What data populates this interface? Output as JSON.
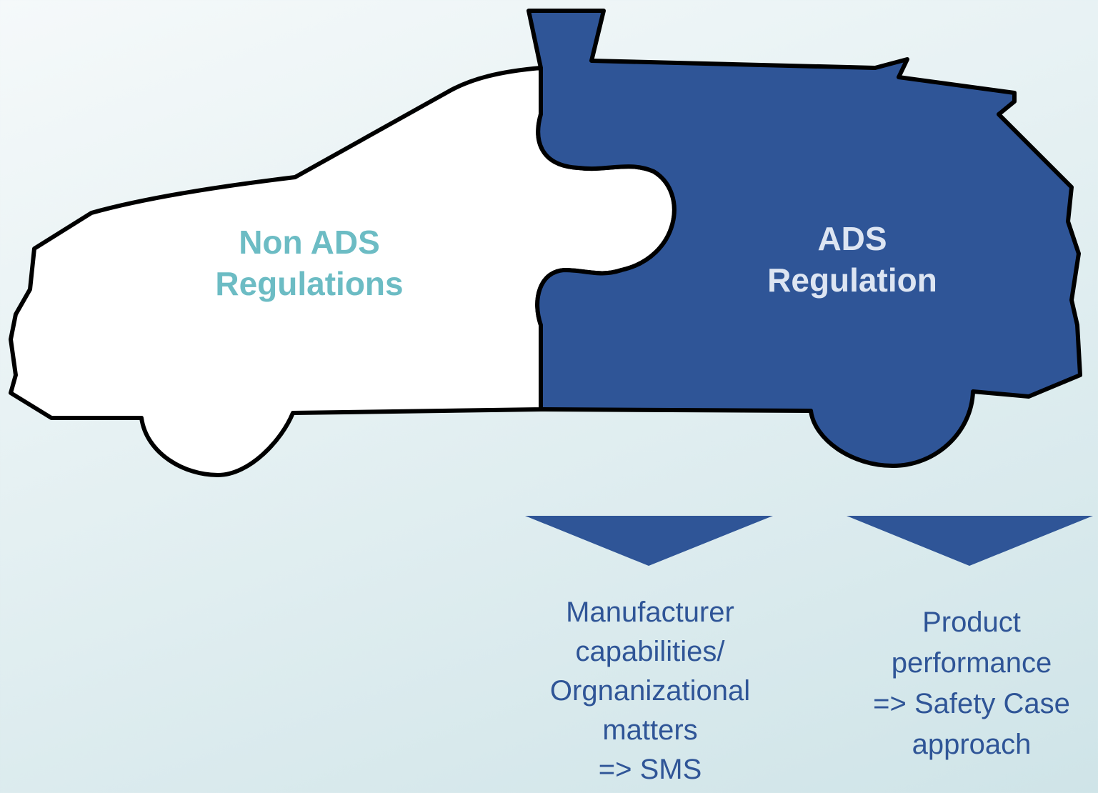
{
  "colors": {
    "navy": "#2f5597",
    "teal": "#6cbcc4",
    "right_label": "#dde5f2",
    "outline": "#000000",
    "white": "#ffffff"
  },
  "diagram": {
    "left_piece": {
      "label_lines": [
        "Non ADS",
        "Regulations"
      ]
    },
    "right_piece": {
      "label_lines": [
        "ADS",
        "Regulation"
      ]
    },
    "outcomes": [
      {
        "arrow": "down-chevron",
        "text_lines": [
          "Manufacturer",
          "capabilities/",
          "Orgnanizational",
          "matters",
          "=> SMS"
        ]
      },
      {
        "arrow": "down-chevron",
        "text_lines": [
          "Product",
          "performance",
          "=> Safety Case",
          "approach"
        ]
      }
    ]
  }
}
